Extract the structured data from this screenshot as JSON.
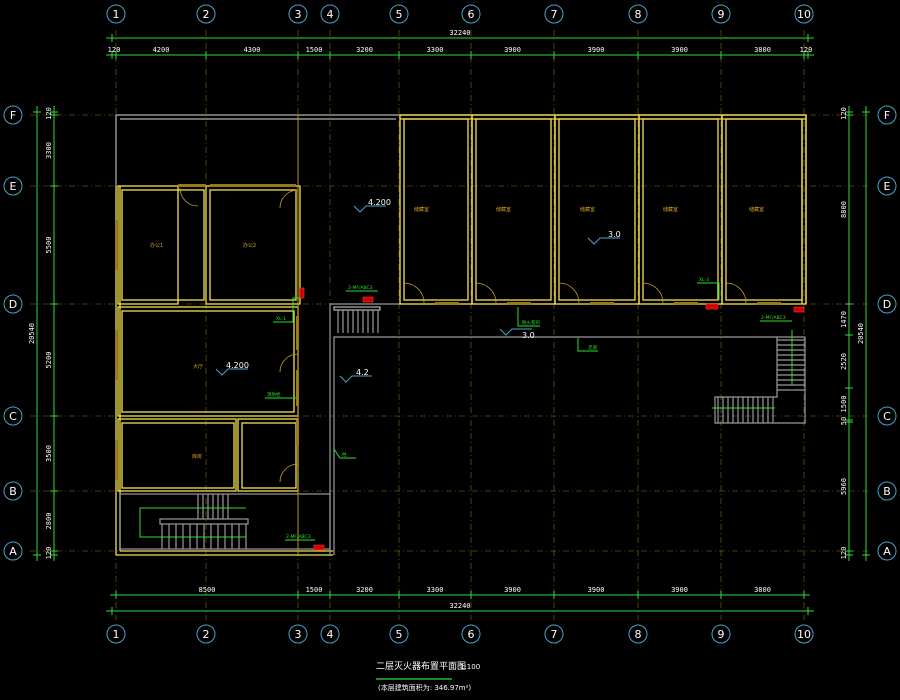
{
  "drawing": {
    "title": "二层灭火器布置平面图",
    "scale": "1:100",
    "area_note": "(本层建筑面积为: 346.97m²)"
  },
  "axes": {
    "columns": [
      "1",
      "2",
      "3",
      "4",
      "5",
      "6",
      "7",
      "8",
      "9",
      "10"
    ],
    "rows": [
      "F",
      "E",
      "D",
      "C",
      "B",
      "A"
    ]
  },
  "dimensions": {
    "top_total": "32240",
    "top_segments": [
      "120",
      "4200",
      "4300",
      "1500",
      "3200",
      "3300",
      "3900",
      "3900",
      "3900",
      "3800",
      "120"
    ],
    "bottom_total": "32240",
    "bottom_segments": [
      "8500",
      "1500",
      "3200",
      "3300",
      "3900",
      "3900",
      "3900",
      "3800"
    ],
    "left_total": "20540",
    "left_segments": [
      "120",
      "3300",
      "5500",
      "5200",
      "3500",
      "2800",
      "120"
    ],
    "right_total": "20540",
    "right_segments": [
      "120",
      "8800",
      "1470",
      "2520",
      "1500",
      "50",
      "5960",
      "120"
    ]
  },
  "elevations": [
    "4.200",
    "3.0",
    "4.200",
    "4.2",
    "3.0"
  ],
  "rooms": {
    "storage": [
      "储藏室",
      "储藏室",
      "储藏室",
      "储藏室",
      "储藏室"
    ],
    "office1": "办公1",
    "office2": "办公2",
    "hall": "大厅",
    "store": "库房"
  },
  "annotations": {
    "ext_d_left": "2-MF/ABC3",
    "ext_d_right": "2-MF/ABC3",
    "ext_a": "2-MF/ABC3",
    "hydrant_1": "XL-1",
    "hydrant_3": "XL-3",
    "note_wall": "防火卷帘",
    "note_fire": "消防栓",
    "note_col": "柱",
    "note_corr": "走道"
  }
}
